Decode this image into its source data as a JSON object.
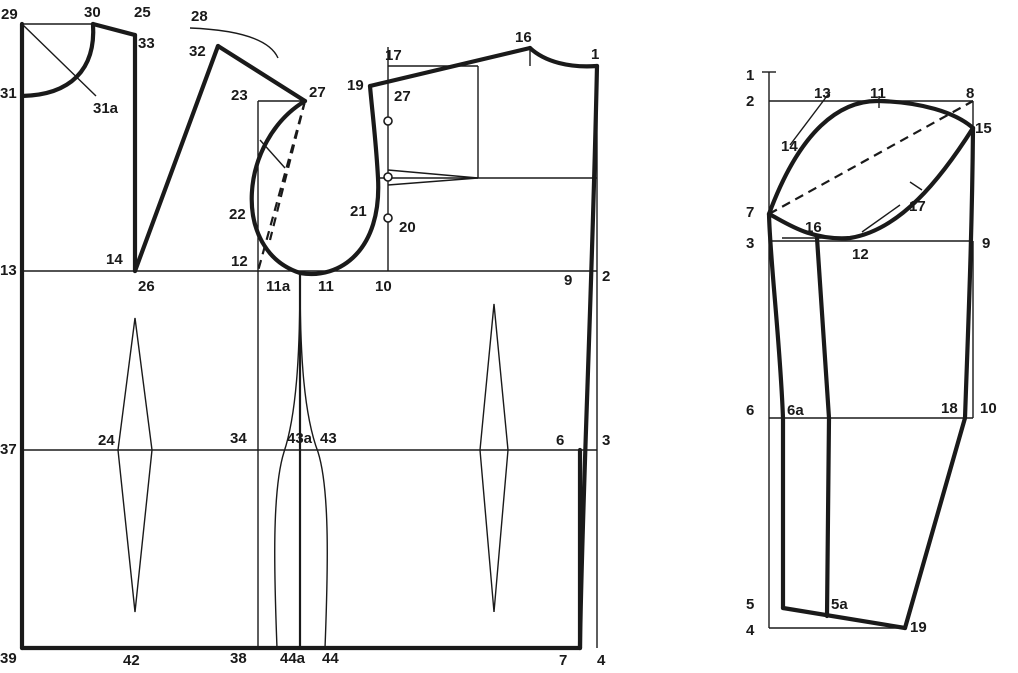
{
  "bodice": {
    "labels": [
      "29",
      "30",
      "25",
      "28",
      "33",
      "32",
      "31",
      "31a",
      "23",
      "27",
      "19",
      "17",
      "16",
      "1",
      "27",
      "14",
      "22",
      "21",
      "20",
      "12",
      "13",
      "26",
      "11a",
      "11",
      "10",
      "9",
      "2",
      "37",
      "24",
      "34",
      "43a",
      "43",
      "6",
      "3",
      "39",
      "42",
      "38",
      "44a",
      "44",
      "7",
      "4"
    ]
  },
  "sleeve": {
    "labels": [
      "1",
      "2",
      "13",
      "11",
      "8",
      "15",
      "14",
      "17",
      "7",
      "16",
      "3",
      "12",
      "9",
      "6",
      "6a",
      "18",
      "10",
      "5",
      "5a",
      "4",
      "19"
    ]
  },
  "colors": {
    "ink": "#1a1a1a",
    "background": "#ffffff"
  }
}
